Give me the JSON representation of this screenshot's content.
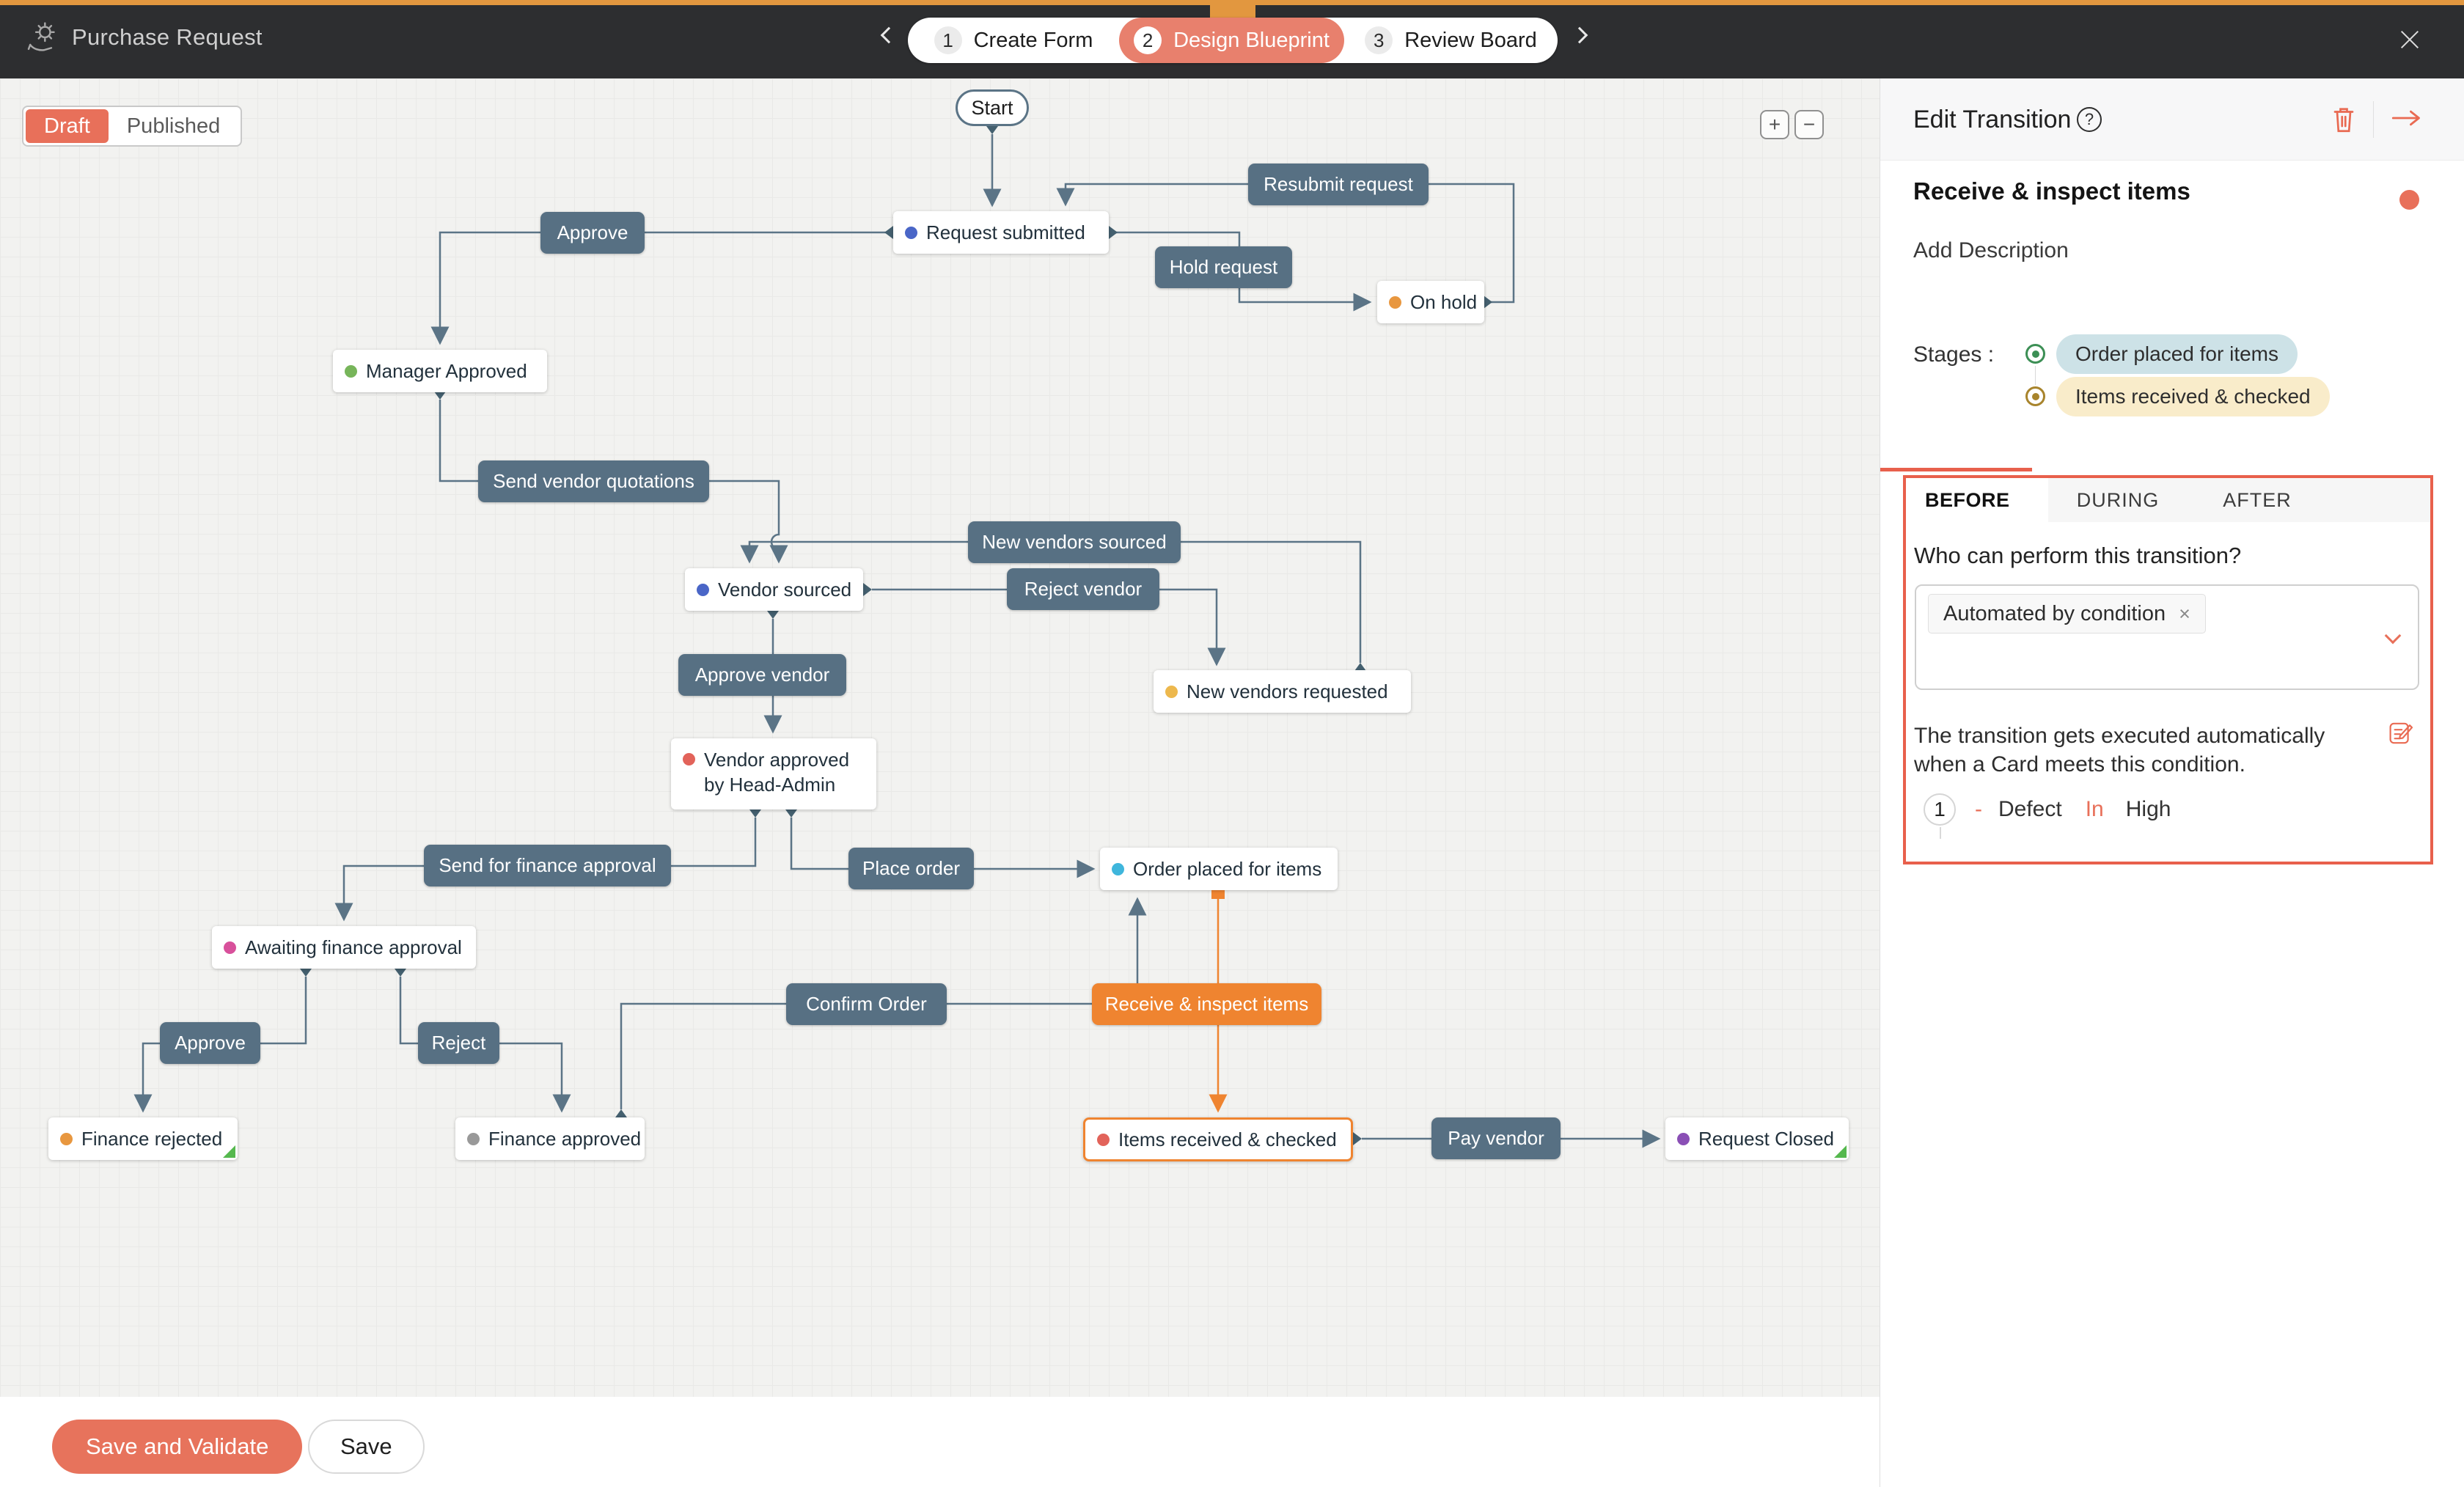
{
  "topbar": {
    "title": "Purchase Request",
    "steps": [
      {
        "num": "1",
        "label": "Create Form"
      },
      {
        "num": "2",
        "label": "Design Blueprint"
      },
      {
        "num": "3",
        "label": "Review Board"
      }
    ]
  },
  "toggle": {
    "draft": "Draft",
    "published": "Published"
  },
  "zoom_controls": {
    "in": "+",
    "out": "−"
  },
  "diagram": {
    "start_label": "Start",
    "edge_color": "#5b7486",
    "selected_color": "#ef8430",
    "states": [
      {
        "label": "Request submitted",
        "color": "#4a66c7"
      },
      {
        "label": "On hold",
        "color": "#e8973f"
      },
      {
        "label": "Manager Approved",
        "color": "#77b55a"
      },
      {
        "label": "Vendor sourced",
        "color": "#4a66c7"
      },
      {
        "label": "New vendors requested",
        "color": "#edb84d"
      },
      {
        "label": "Vendor approved by Head-Admin",
        "color": "#e2635a"
      },
      {
        "label": "Order placed for items",
        "color": "#3fb6dc"
      },
      {
        "label": "Awaiting finance approval",
        "color": "#d8509b"
      },
      {
        "label": "Finance rejected",
        "color": "#e8973f"
      },
      {
        "label": "Finance approved",
        "color": "#999999"
      },
      {
        "label": "Items received & checked",
        "color": "#e2635a"
      },
      {
        "label": "Request Closed",
        "color": "#8a4fb5"
      }
    ],
    "transitions": [
      {
        "label": "Resubmit request"
      },
      {
        "label": "Hold request"
      },
      {
        "label": "Approve"
      },
      {
        "label": "Send vendor quotations"
      },
      {
        "label": "New vendors sourced"
      },
      {
        "label": "Reject vendor"
      },
      {
        "label": "Approve vendor"
      },
      {
        "label": "Send for finance approval"
      },
      {
        "label": "Place order"
      },
      {
        "label": "Approve"
      },
      {
        "label": "Reject"
      },
      {
        "label": "Confirm Order"
      },
      {
        "label": "Receive & inspect items"
      },
      {
        "label": "Pay vendor"
      }
    ]
  },
  "panel": {
    "header": {
      "title": "Edit Transition",
      "help": "?"
    },
    "transition_name": "Receive & inspect items",
    "add_description": "Add Description",
    "stages_label": "Stages :",
    "stages": [
      {
        "label": "Order placed for items",
        "chip_bg": "#cde2e7",
        "ring": "#3c8f55"
      },
      {
        "label": "Items received & checked",
        "chip_bg": "#f9ecca",
        "ring": "#a8842c"
      }
    ],
    "tabs": [
      {
        "label": "BEFORE"
      },
      {
        "label": "DURING"
      },
      {
        "label": "AFTER"
      }
    ],
    "question": "Who can perform this transition?",
    "selected_performer": "Automated by condition",
    "chip_remove": "×",
    "condition_note": "The transition gets executed automatically when a Card meets this condition.",
    "condition": {
      "index": "1",
      "dash": "-",
      "field": "Defect",
      "operator": "In",
      "value": "High"
    }
  },
  "footer": {
    "save_validate": "Save and Validate",
    "save": "Save"
  }
}
